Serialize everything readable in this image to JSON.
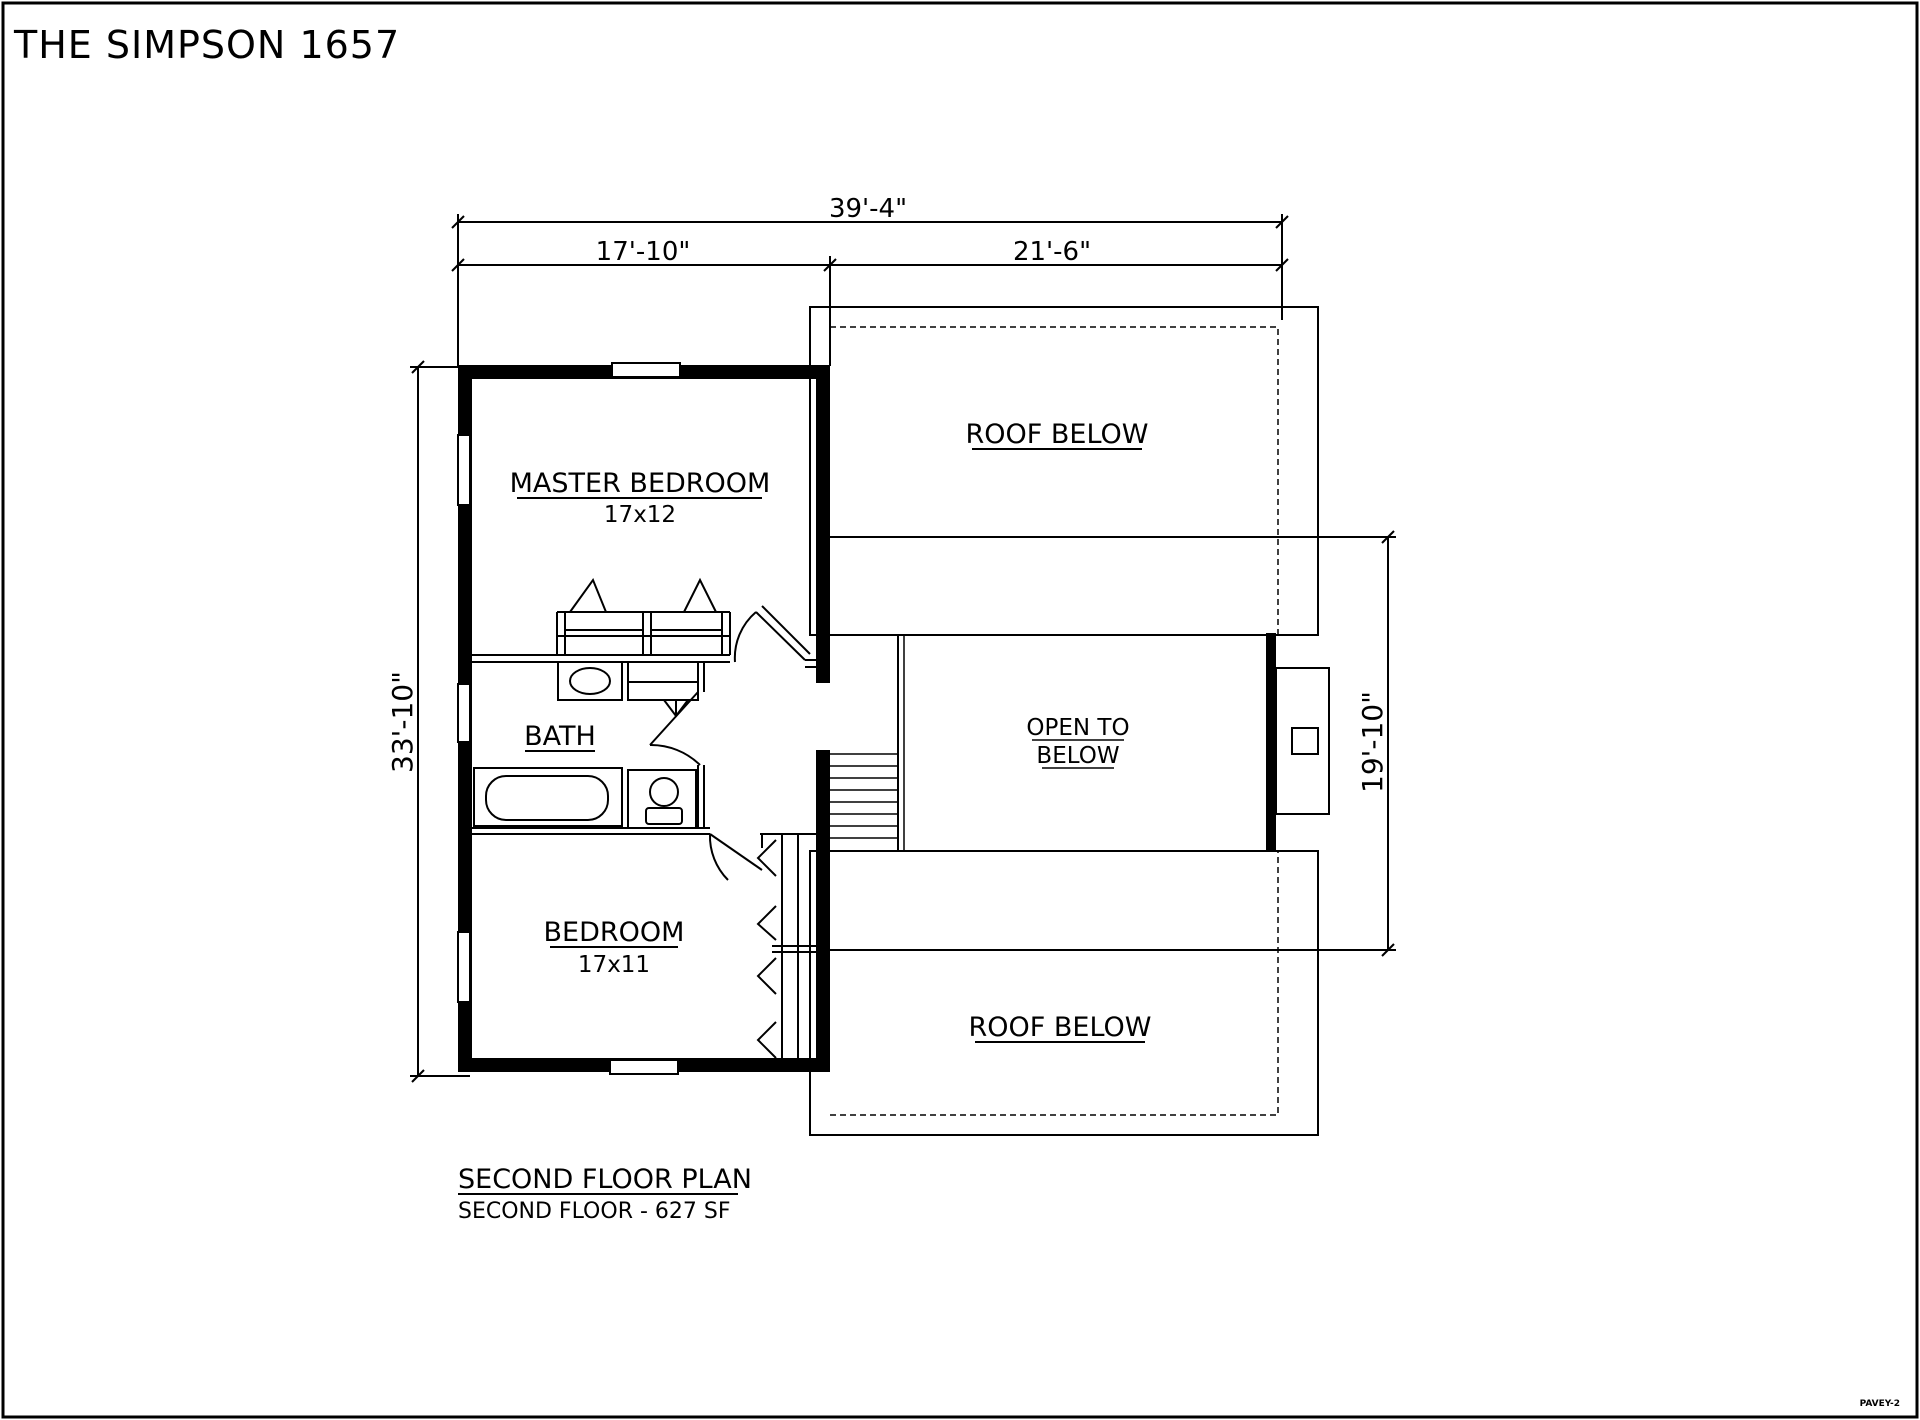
{
  "sheet": {
    "title": "THE SIMPSON 1657",
    "code": "PAVEY-2"
  },
  "dimensions": {
    "overall_width": "39'-4\"",
    "left_width": "17'-10\"",
    "right_width": "21'-6\"",
    "overall_depth": "33'-10\"",
    "open_depth": "19'-10\""
  },
  "rooms": {
    "master_bedroom": {
      "name": "MASTER BEDROOM",
      "size": "17x12"
    },
    "bath": {
      "name": "BATH"
    },
    "bedroom": {
      "name": "BEDROOM",
      "size": "17x11"
    },
    "open_to_below": {
      "line1": "OPEN TO",
      "line2": "BELOW"
    },
    "roof_below_top": {
      "name": "ROOF BELOW"
    },
    "roof_below_bottom": {
      "name": "ROOF BELOW"
    }
  },
  "plan": {
    "title": "SECOND FLOOR PLAN",
    "subtitle": "SECOND FLOOR - 627 SF"
  },
  "colors": {
    "ink": "#000000",
    "paper": "#ffffff"
  }
}
